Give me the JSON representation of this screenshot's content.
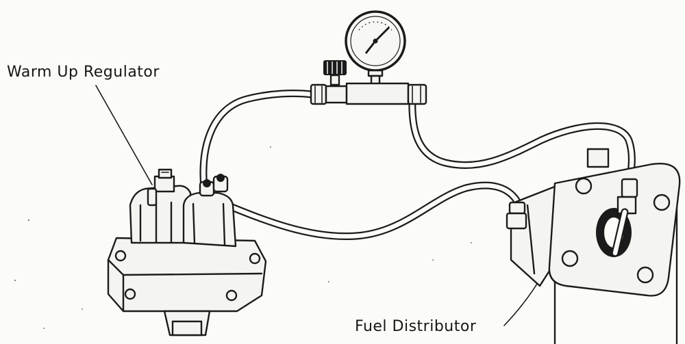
{
  "labels": {
    "warm_up_regulator": "Warm Up Regulator",
    "fuel_distributor": "Fuel Distributor"
  },
  "icons": {
    "gauge": "pressure-gauge",
    "valve": "shutoff-valve"
  },
  "colors": {
    "ink": "#1b1b1b",
    "paper": "#fbfbf8"
  }
}
